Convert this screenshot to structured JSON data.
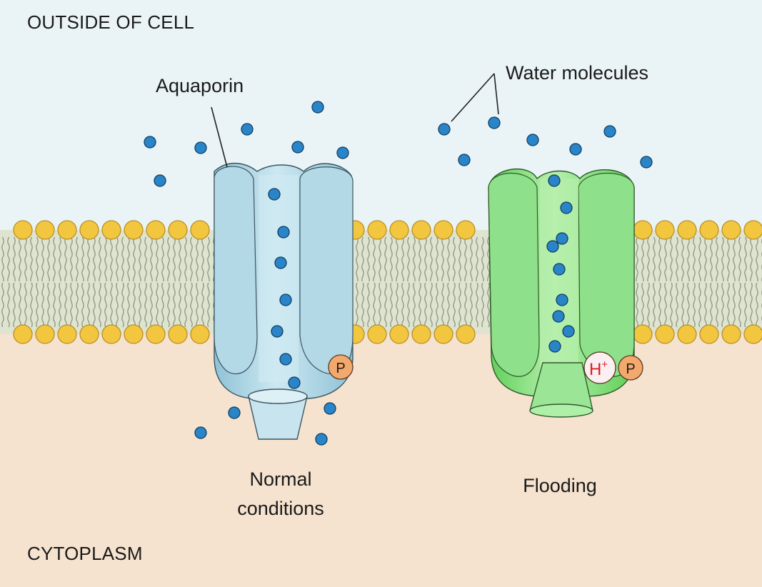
{
  "labels": {
    "outside": "OUTSIDE OF CELL",
    "cytoplasm": "CYTOPLASM",
    "aquaporin": "Aquaporin",
    "water": "Water molecules",
    "normal_line1": "Normal",
    "normal_line2": "conditions",
    "flooding": "Flooding",
    "phosphate": "P",
    "proton": "H",
    "proton_charge": "+"
  },
  "colors": {
    "outside_bg": "#eaf4f7",
    "cytoplasm_bg": "#f6e3cf",
    "lipid_head": "#f3c640",
    "lipid_head_edge": "#b8902a",
    "lipid_tail": "#8f9a84",
    "membrane_core": "#dfe4d0",
    "aquaporin_normal": "#b8dbe8",
    "aquaporin_normal_dark": "#7fb3c8",
    "aquaporin_flood": "#8fe08a",
    "aquaporin_flood_dark": "#4fbd4a",
    "water": "#2a84c8",
    "phosphate": "#f2a96e",
    "proton_text": "#d8202a"
  }
}
